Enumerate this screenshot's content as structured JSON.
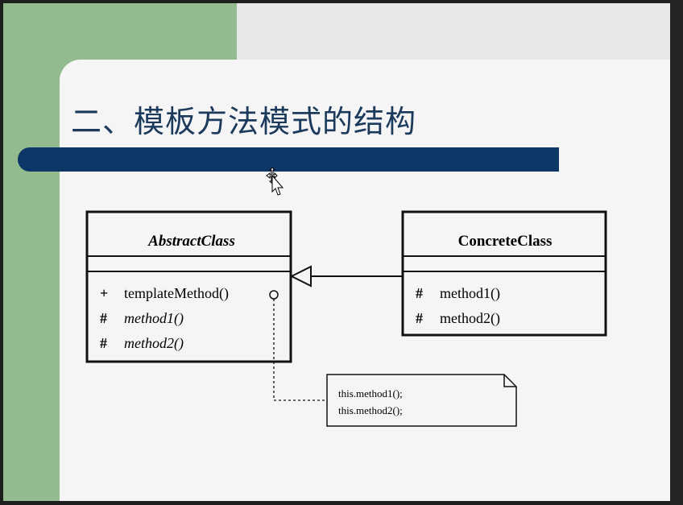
{
  "slide": {
    "title": "二、模板方法模式的结构"
  },
  "diagram": {
    "abstract_class": {
      "name": "AbstractClass",
      "members": [
        {
          "visibility": "+",
          "name": "templateMethod()"
        },
        {
          "visibility": "#",
          "name": "method1()"
        },
        {
          "visibility": "#",
          "name": "method2()"
        }
      ]
    },
    "concrete_class": {
      "name": "ConcreteClass",
      "members": [
        {
          "visibility": "#",
          "name": "method1()"
        },
        {
          "visibility": "#",
          "name": "method2()"
        }
      ]
    },
    "note": {
      "lines": [
        "this.method1();",
        "this.method2();"
      ]
    }
  },
  "colors": {
    "green_block": "#93bb8f",
    "title_bar": "#0d3766",
    "title_text": "#1b3a5c"
  }
}
